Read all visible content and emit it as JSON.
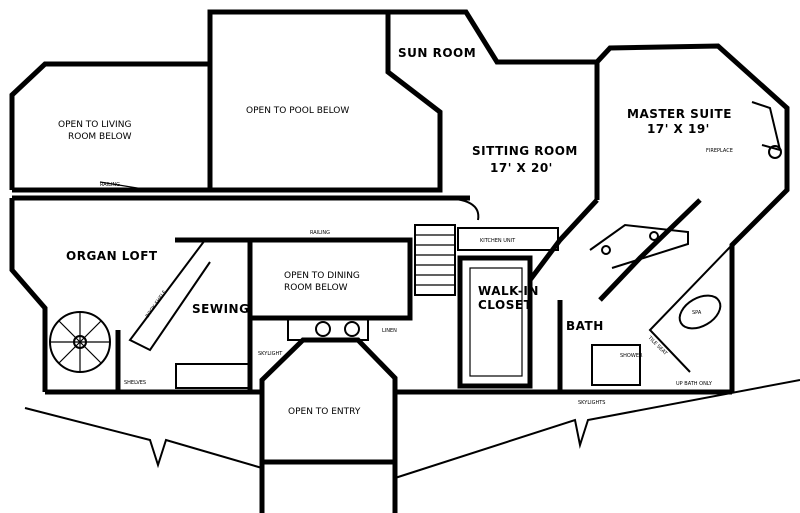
{
  "labels": {
    "sun_room": "SUN ROOM",
    "master_suite": "MASTER SUITE",
    "master_suite_dims": "17' X 19'",
    "open_living": "OPEN TO LIVING",
    "room_below": "ROOM BELOW",
    "open_pool": "OPEN TO POOL BELOW",
    "sitting_room": "SITTING ROOM",
    "sitting_dims": "17' X 20'",
    "fireplace": "FIREPLACE",
    "railing_top": "RAILING",
    "railing_mid": "RAILING",
    "kitchen_unit": "KITCHEN UNIT",
    "organ_loft": "ORGAN LOFT",
    "open_dining": "OPEN TO DINING",
    "dining_room_below": "ROOM BELOW",
    "walk_in": "WALK-IN",
    "closet": "CLOSET",
    "sewing": "SEWING",
    "book_shelf": "BOOK SHELF",
    "spa": "SPA",
    "bath": "BATH",
    "shower": "SHOWER",
    "tile_seat": "TILE SEAT",
    "skylight_left": "SKYLIGHT",
    "skylight_right": "SKYLIGHTS",
    "shelves": "SHELVES",
    "linen": "LINEN",
    "open_entry": "OPEN TO ENTRY",
    "up_bath_only": "UP BATH ONLY"
  }
}
